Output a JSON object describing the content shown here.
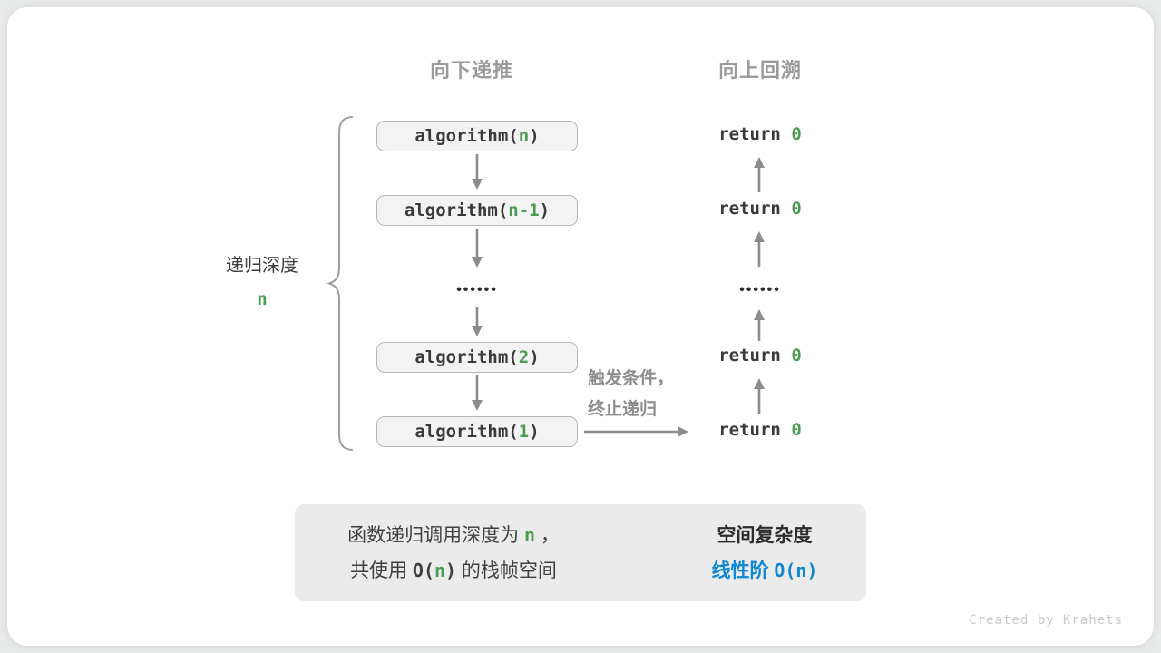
{
  "headers": {
    "down": "向下递推",
    "up": "向上回溯"
  },
  "depth": {
    "label": "递归深度",
    "value": "n"
  },
  "stack": {
    "box1": {
      "pre": "algorithm(",
      "arg": "n",
      "post": ")"
    },
    "box2": {
      "pre": "algorithm(",
      "arg": "n-1",
      "post": ")"
    },
    "box3": {
      "pre": "algorithm(",
      "arg": "2",
      "post": ")"
    },
    "box4": {
      "pre": "algorithm(",
      "arg": "1",
      "post": ")"
    },
    "dots": "••••••"
  },
  "returns": {
    "pre": "return ",
    "value": "0"
  },
  "trigger": {
    "line1": "触发条件，",
    "line2": "终止递归"
  },
  "summary": {
    "l1_a": "函数递归调用深度为 ",
    "l1_n": "n",
    "l1_b": " ，",
    "l2_a": "共使用 ",
    "l2_o": "O(",
    "l2_n": "n",
    "l2_c": ")",
    "l2_b": " 的栈帧空间",
    "right_title": "空间复杂度",
    "right_result_a": "线性阶 ",
    "right_result_b": "O(n)"
  },
  "watermark": "Created by Krahets",
  "colors": {
    "green": "#4c9b52",
    "blue": "#0f87d5",
    "arrow_gray": "#8c8c8c",
    "header_gray": "#9a9a9a",
    "box_bg": "#f3f3f3",
    "box_border": "#b5b5b5",
    "summary_bg": "#ebebeb"
  }
}
